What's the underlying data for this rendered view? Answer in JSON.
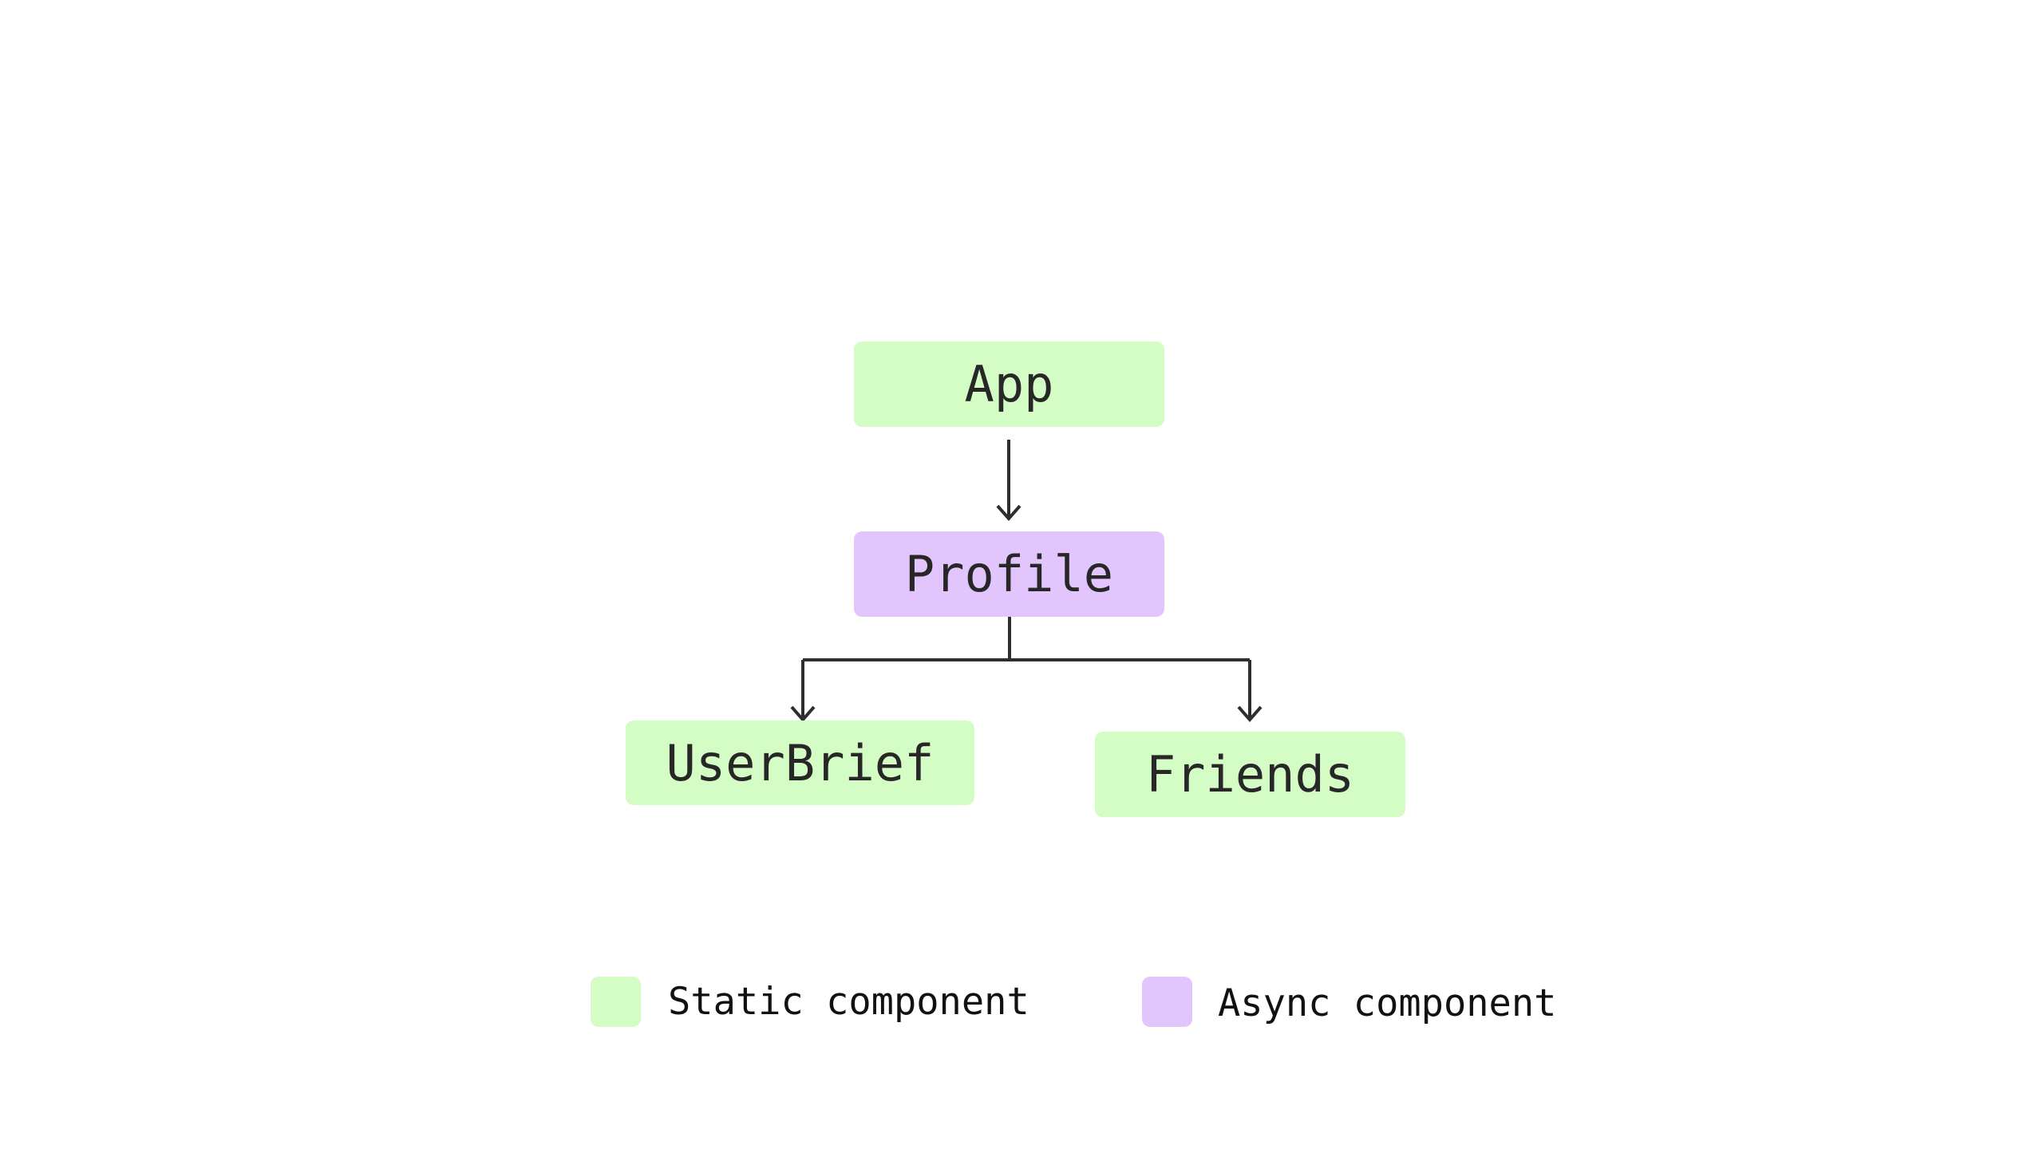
{
  "colors": {
    "static": "#d3fdc5",
    "async": "#e2c5fd",
    "edge": "#2e2e2e"
  },
  "nodes": {
    "app": {
      "label": "App",
      "kind": "static"
    },
    "profile": {
      "label": "Profile",
      "kind": "async"
    },
    "userbrief": {
      "label": "UserBrief",
      "kind": "static"
    },
    "friends": {
      "label": "Friends",
      "kind": "static"
    }
  },
  "edges": [
    {
      "from": "App",
      "to": "Profile"
    },
    {
      "from": "Profile",
      "to": "UserBrief"
    },
    {
      "from": "Profile",
      "to": "Friends"
    }
  ],
  "legend": {
    "static_label": "Static component",
    "async_label": "Async component"
  }
}
